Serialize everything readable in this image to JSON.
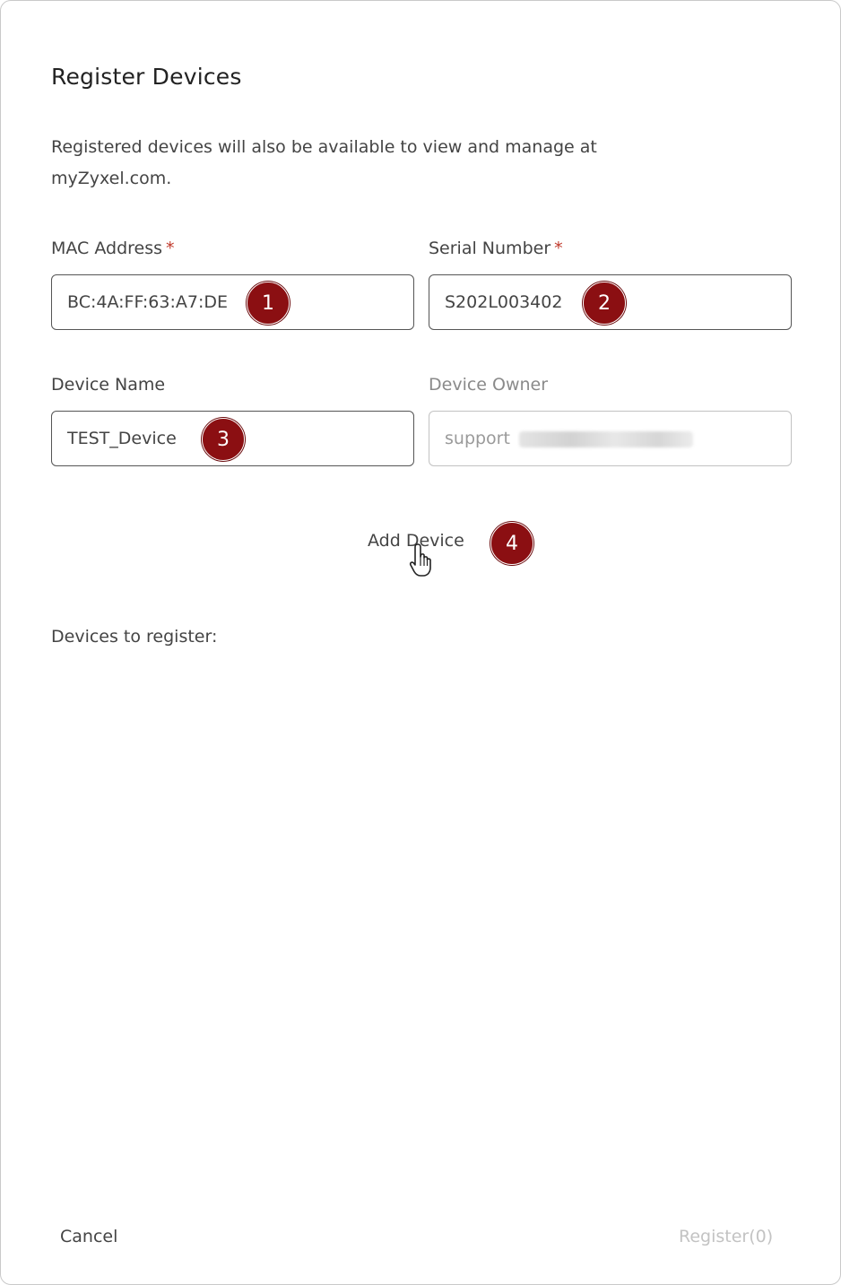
{
  "dialog": {
    "title": "Register Devices",
    "description": "Registered devices will also be available to view and manage at myZyxel.com."
  },
  "form": {
    "mac": {
      "label": "MAC Address",
      "required_mark": "*",
      "value": "BC:4A:FF:63:A7:DE",
      "badge": "1"
    },
    "serial": {
      "label": "Serial Number",
      "required_mark": "*",
      "value": "S202L003402",
      "badge": "2"
    },
    "device_name": {
      "label": "Device Name",
      "value": "TEST_Device",
      "badge": "3"
    },
    "device_owner": {
      "label": "Device Owner",
      "value": "support"
    }
  },
  "actions": {
    "add_device": {
      "label": "Add Device",
      "badge": "4"
    },
    "cancel": "Cancel",
    "register": "Register(0)"
  },
  "devices_to_register_label": "Devices to register:",
  "colors": {
    "badge": "#8b0f12",
    "required": "#c0392b",
    "disabled_text": "#c3c3c3"
  }
}
